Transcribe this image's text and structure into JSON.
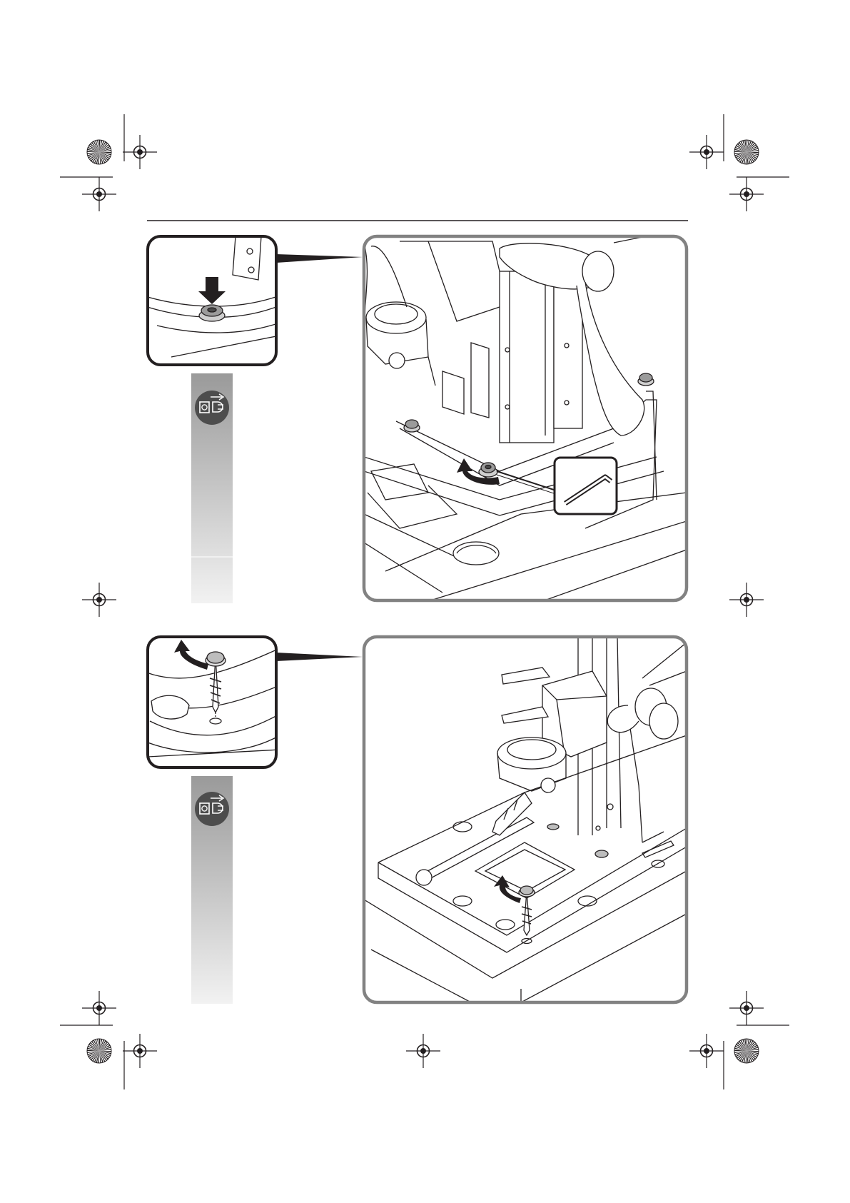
{
  "page": {
    "background": "#ffffff",
    "ink": "#231f20"
  },
  "marks": {
    "registration_marks": [
      "registration-mark-top-left-outer",
      "registration-mark-top-left-inner",
      "registration-mark-top-right-inner",
      "registration-mark-top-right-outer",
      "registration-mark-mid-left",
      "registration-mark-mid-right",
      "registration-mark-bottom-left-outer",
      "registration-mark-bottom-left-inner",
      "registration-mark-bottom-center",
      "registration-mark-bottom-right-inner",
      "registration-mark-bottom-right-outer"
    ],
    "starburst_targets": [
      "starburst-top-left",
      "starburst-top-right",
      "starburst-bottom-left",
      "starburst-bottom-right"
    ]
  },
  "step_1": {
    "detail_icon": "push-screw-down-icon",
    "main_icon": "drill-stand-base-bolts-icon",
    "tool_icon": "hex-key-icon",
    "sidebar_icon": "unplug-power-icon",
    "sidebar_gradient": [
      "#9a9a9a",
      "#f2f2f2"
    ]
  },
  "step_2": {
    "detail_icon": "wood-screw-turn-icon",
    "main_icon": "drill-stand-base-screw-icon",
    "sidebar_icon": "unplug-power-icon",
    "sidebar_gradient": [
      "#9a9a9a",
      "#f2f2f2"
    ]
  }
}
